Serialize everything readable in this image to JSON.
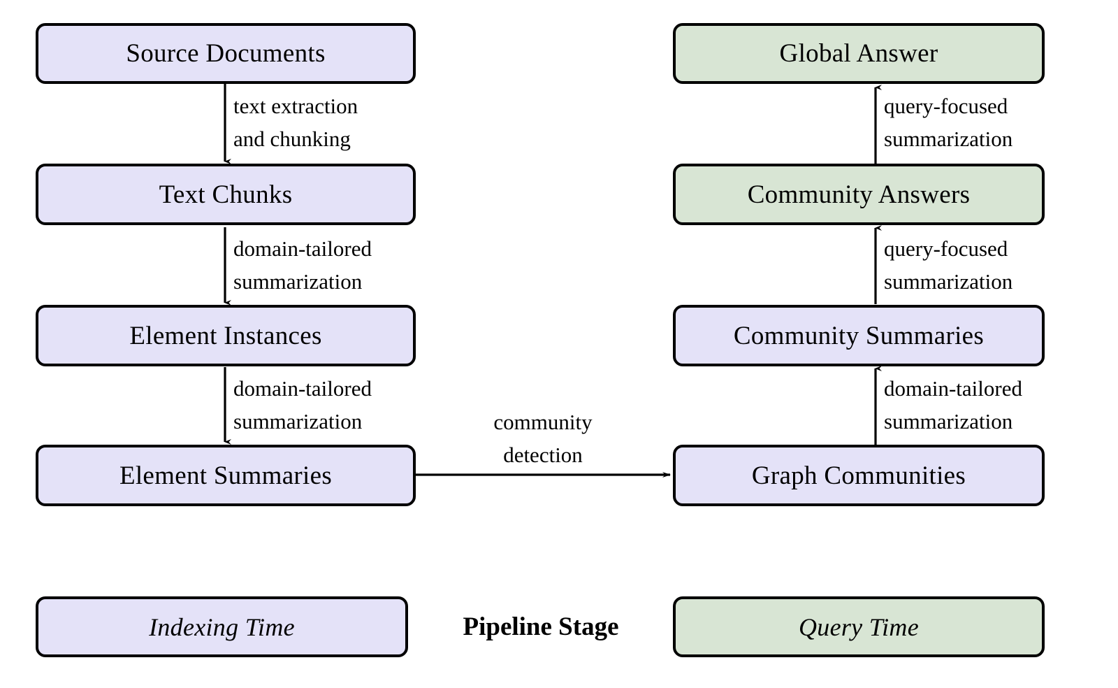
{
  "diagram": {
    "title": "Pipeline Stage",
    "colors": {
      "indexing_fill": "#e4e2f8",
      "query_fill": "#d8e5d4",
      "stroke": "#000000",
      "background": "#ffffff"
    },
    "nodes": {
      "source_documents": "Source Documents",
      "text_chunks": "Text Chunks",
      "element_instances": "Element Instances",
      "element_summaries": "Element Summaries",
      "graph_communities": "Graph Communities",
      "community_summaries": "Community Summaries",
      "community_answers": "Community Answers",
      "global_answer": "Global Answer"
    },
    "edges": {
      "text_extraction": {
        "line1": "text extraction",
        "line2": "and chunking"
      },
      "domain_summarization_1": {
        "line1": "domain-tailored",
        "line2": "summarization"
      },
      "domain_summarization_2": {
        "line1": "domain-tailored",
        "line2": "summarization"
      },
      "community_detection": {
        "line1": "community",
        "line2": "detection"
      },
      "domain_summarization_3": {
        "line1": "domain-tailored",
        "line2": "summarization"
      },
      "query_summarization_1": {
        "line1": "query-focused",
        "line2": "summarization"
      },
      "query_summarization_2": {
        "line1": "query-focused",
        "line2": "summarization"
      }
    },
    "legend": {
      "indexing_time": "Indexing Time",
      "query_time": "Query Time",
      "caption": "Pipeline Stage"
    }
  }
}
